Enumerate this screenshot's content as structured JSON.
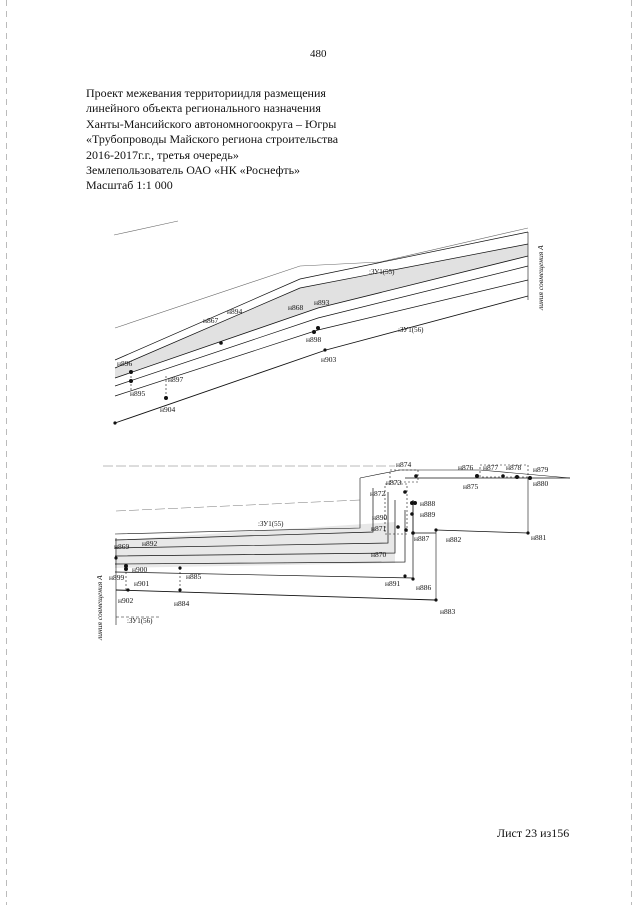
{
  "page_number": "480",
  "title_lines": [
    "Проект межевания территориидля размещения",
    "линейного объекта регионального назначения",
    "Ханты-Мансийского автономногоокруга – Югры",
    "«Трубопроводы Майского региона строительства",
    "2016-2017г.г., третья очередь»",
    "Землепользователь ОАО «НК «Роснефть»",
    "Масштаб 1:1 000"
  ],
  "sheet_label": "Лист 23 из156",
  "diagram": {
    "vertical_label": "линия совмещения А",
    "zone_55": ":ЗУ1(55)",
    "zone_56": ":ЗУ1(56)",
    "upper_points": [
      "н896",
      "н895",
      "н897",
      "н904",
      "н867",
      "н894",
      "н868",
      "н893",
      "н898",
      "н903"
    ],
    "lower_points": [
      "н874",
      "н876",
      "н877",
      "н878",
      "н879",
      "н873",
      "н872",
      "н875",
      "н880",
      "н888",
      "н890",
      "н889",
      "н871",
      "н887",
      "н882",
      "н881",
      "н869",
      "н892",
      "н870",
      "н900",
      "н899",
      "н901",
      "н885",
      "н891",
      "н886",
      "н902",
      "н884",
      "н883"
    ]
  }
}
